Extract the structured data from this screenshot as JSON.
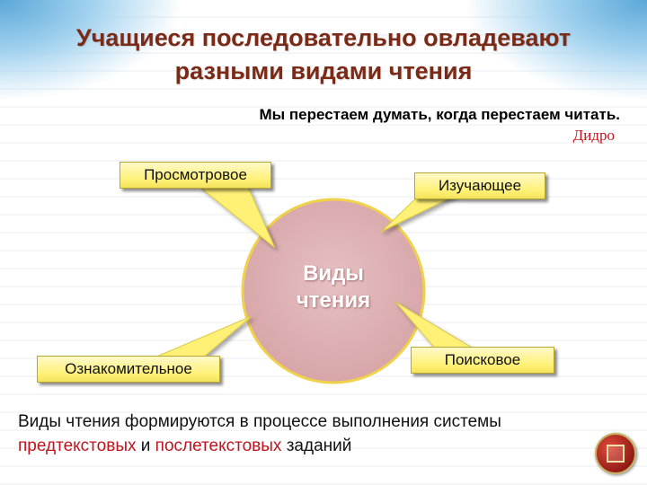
{
  "title": {
    "line1": "Учащиеся последовательно овладевают",
    "line2": "разными видами чтения"
  },
  "quote": {
    "text": "Мы перестаем думать, когда перестаем читать.",
    "author": "Дидро"
  },
  "diagram": {
    "center_line1": "Виды",
    "center_line2": "чтения",
    "types": {
      "viewing": "Просмотровое",
      "studying": "Изучающее",
      "introductory": "Ознакомительное",
      "searching": "Поисковое"
    }
  },
  "footer": {
    "part1": "Виды чтения формируются в процессе выполнения  системы",
    "red1": "предтекстовых",
    "and": " и ",
    "red2": "послетекстовых",
    "part2": " заданий"
  },
  "colors": {
    "title": "#7a2a16",
    "circle_fill": "#ddb0b4",
    "circle_border": "#f0d24a",
    "callout_fill": "#fff176",
    "accent_red": "#c0141e"
  },
  "icons": {
    "nav": "nav-button-icon"
  }
}
